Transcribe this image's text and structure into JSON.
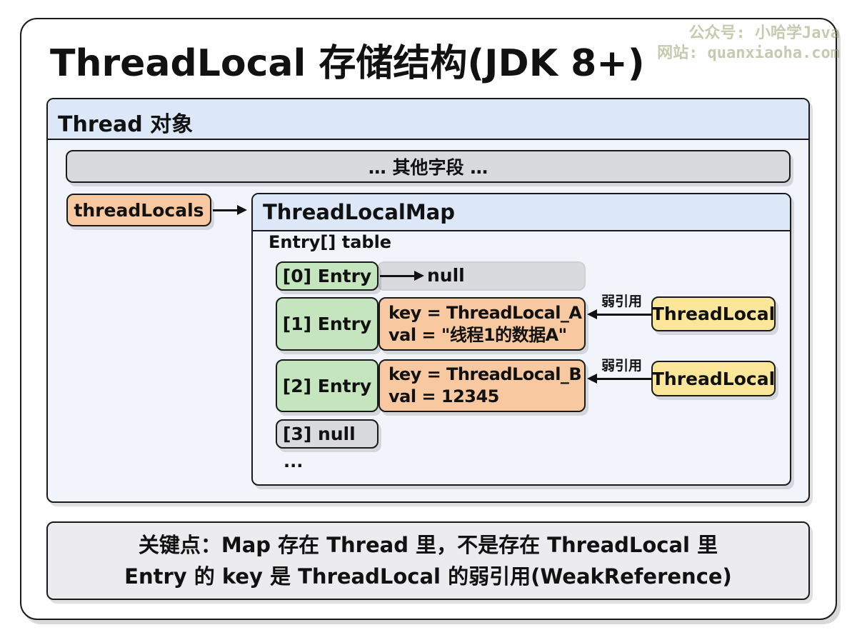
{
  "title": "ThreadLocal 存储结构(JDK 8+)",
  "watermark": {
    "line1": "公众号: 小哈学Java",
    "line2": "网站: quanxiaoha.com"
  },
  "thread": {
    "label": "Thread 对象",
    "other_fields": "… 其他字段 …",
    "thread_locals": "threadLocals"
  },
  "map": {
    "label": "ThreadLocalMap",
    "table_label": "Entry[] table",
    "entries": [
      {
        "index": "[0] Entry",
        "value": "null"
      },
      {
        "index": "[1] Entry",
        "key": "key = ThreadLocal_A",
        "val": "val = \"线程1的数据A\"",
        "ref_label": "弱引用",
        "ref_target": "ThreadLocal"
      },
      {
        "index": "[2] Entry",
        "key": "key = ThreadLocal_B",
        "val": "val = 12345",
        "ref_label": "弱引用",
        "ref_target": "ThreadLocal"
      },
      {
        "index": "[3] null"
      }
    ],
    "ellipsis": "..."
  },
  "note": {
    "line1": "关键点：Map 存在 Thread 里，不是存在 ThreadLocal 里",
    "line2": "Entry 的 key 是 ThreadLocal 的弱引用(WeakReference)"
  },
  "colors": {
    "header": "#dce8f7",
    "body": "#f1f5fb",
    "grey": "#d9dadd",
    "entry": "#c5e5be",
    "kv": "#f8c9a0",
    "threadlocal": "#fbe69a"
  }
}
